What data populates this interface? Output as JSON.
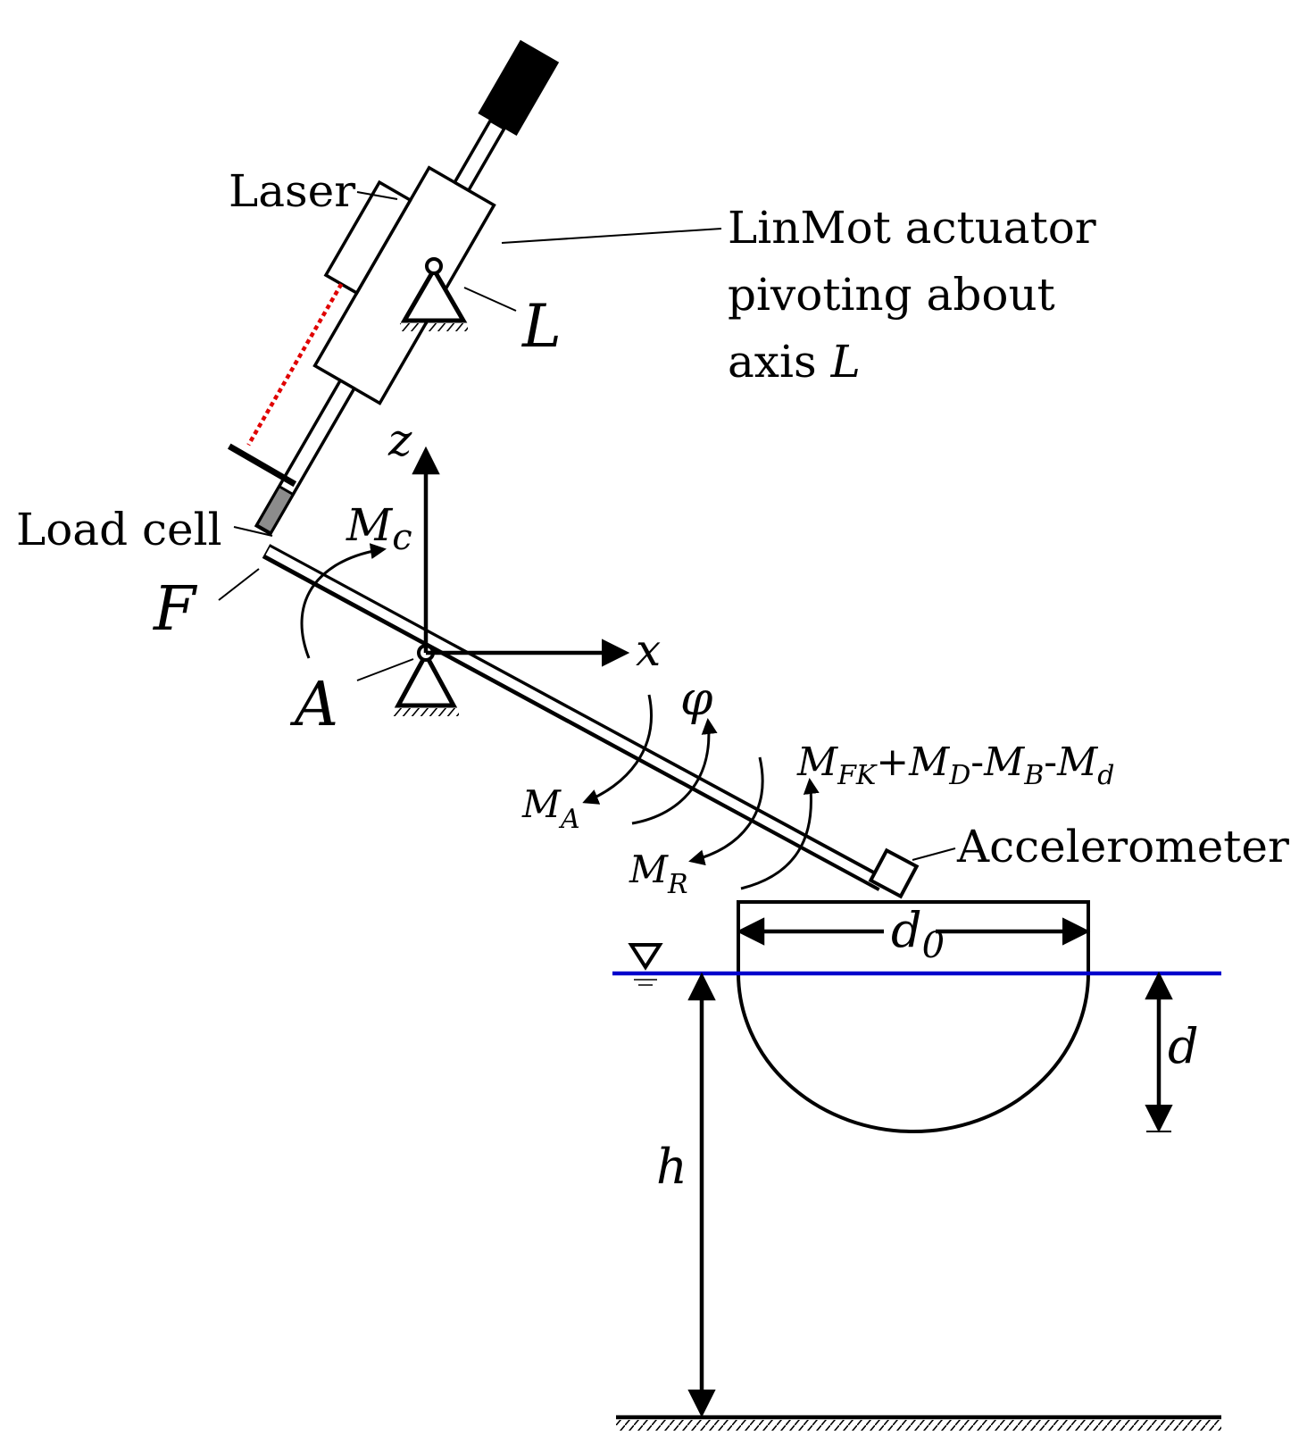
{
  "labels": {
    "laser": "Laser",
    "linmot_line1": "LinMot actuator",
    "linmot_line2": "pivoting about",
    "linmot_line3": "axis ",
    "linmot_axis": "L",
    "pivot_L": "L",
    "load_cell": "Load cell",
    "point_F": "F",
    "point_A": "A",
    "axis_z": "z",
    "axis_x": "x",
    "moment_c": "M",
    "moment_c_sub": "c",
    "phi": "φ",
    "moment_A": "M",
    "moment_A_sub": "A",
    "moment_R": "M",
    "moment_R_sub": "R",
    "moment_sum_M1": "M",
    "moment_sum_sub1": "FK",
    "moment_sum_op1": "+",
    "moment_sum_M2": "M",
    "moment_sum_sub2": "D",
    "moment_sum_op2": "-",
    "moment_sum_M3": "M",
    "moment_sum_sub3": "B",
    "moment_sum_op3": "-",
    "moment_sum_M4": "M",
    "moment_sum_sub4": "d",
    "accelerometer": "Accelerometer",
    "d0": "d",
    "d0_sub": "0",
    "d": "d",
    "h": "h"
  },
  "colors": {
    "ink": "#000000",
    "water_line": "#0000cc",
    "laser_beam": "#e00000",
    "load_cell_fill": "#8c8c8c"
  },
  "icons": {
    "pivot_support": "triangle-pin-support",
    "water_surface_marker": "inverted-triangle-water-level"
  }
}
